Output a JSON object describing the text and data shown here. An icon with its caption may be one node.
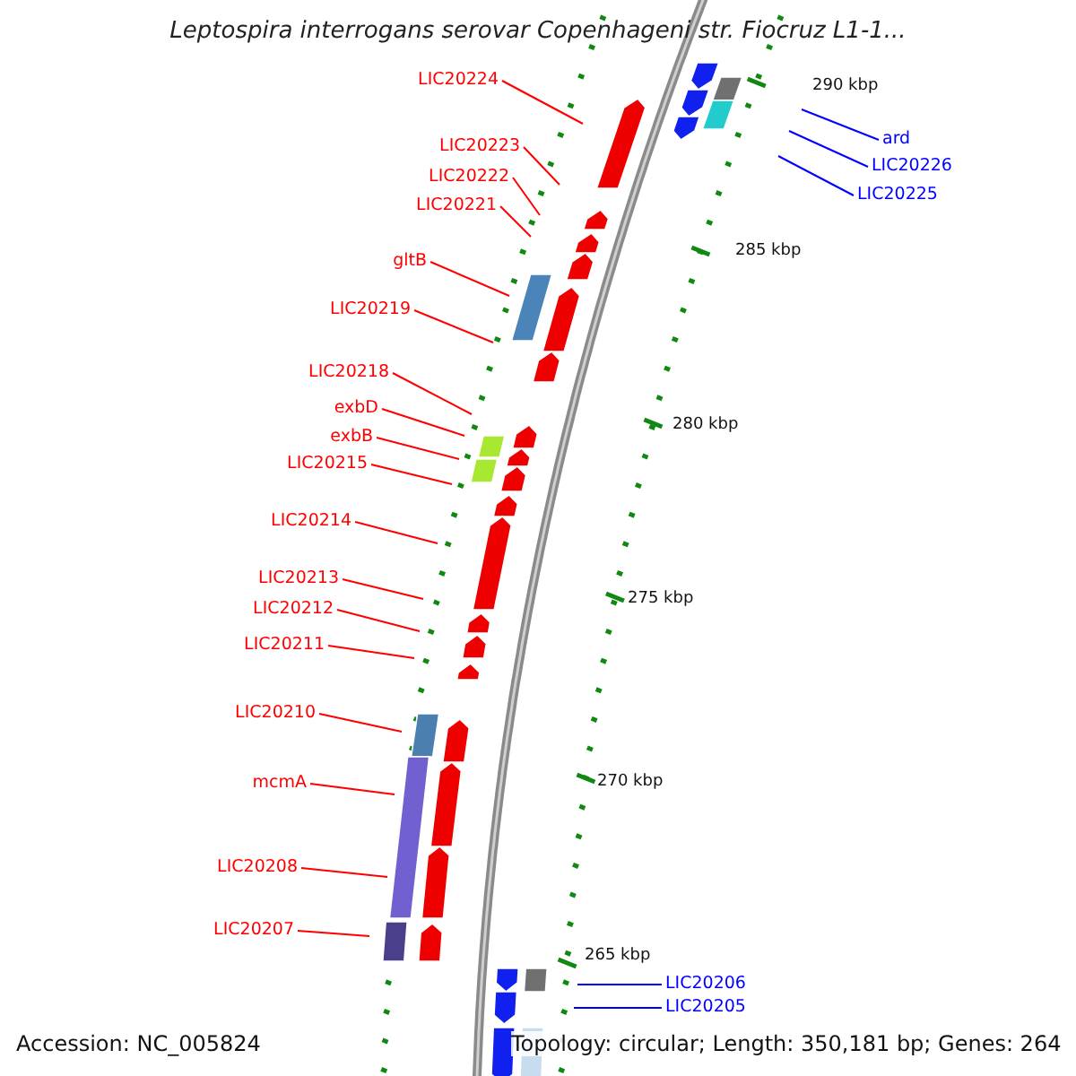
{
  "diagram": {
    "title": "Leptospira interrogans serovar Copenhageni str. Fiocruz L1-1...",
    "nodes": [
      {
        "text": [
          "LIC20224"
        ]
      },
      {
        "text": [
          "ard"
        ]
      },
      {
        "text": [
          "LIC20223"
        ]
      },
      {
        "text": [
          "LIC20226"
        ]
      },
      {
        "text": [
          "LIC20222"
        ]
      },
      {
        "text": [
          "LIC20225"
        ]
      },
      {
        "text": [
          "LIC20221"
        ]
      },
      {
        "text": [
          "gltB"
        ]
      },
      {
        "text": [
          "LIC20219"
        ]
      },
      {
        "text": [
          "LIC20218"
        ]
      },
      {
        "text": [
          "exbD"
        ]
      },
      {
        "text": [
          "exbB"
        ]
      },
      {
        "text": [
          "LIC20215"
        ]
      },
      {
        "text": [
          "LIC20214"
        ]
      },
      {
        "text": [
          "LIC20213"
        ]
      },
      {
        "text": [
          "LIC20212"
        ]
      },
      {
        "text": [
          "LIC20211"
        ]
      },
      {
        "text": [
          "LIC20210"
        ]
      },
      {
        "text": [
          "mcmA"
        ]
      },
      {
        "text": [
          "LIC20208"
        ]
      },
      {
        "text": [
          "LIC20207"
        ]
      },
      {
        "text": [
          "LIC20206"
        ]
      },
      {
        "text": [
          "LIC20205"
        ]
      }
    ],
    "edges": [
      {
        "from": 0,
        "to": null,
        "arrow": "none"
      },
      {
        "from": 1,
        "to": null,
        "arrow": "none",
        "color": "#0000ff"
      },
      {
        "from": 2,
        "to": null,
        "arrow": "none"
      },
      {
        "from": 3,
        "to": null,
        "arrow": "none",
        "color": "#0000ff"
      },
      {
        "from": 4,
        "to": null,
        "arrow": "none"
      },
      {
        "from": 5,
        "to": null,
        "arrow": "none",
        "color": "#0000ff"
      },
      {
        "from": 6,
        "to": null,
        "arrow": "none"
      },
      {
        "from": 7,
        "to": null,
        "arrow": "none"
      },
      {
        "from": 8,
        "to": null,
        "arrow": "none"
      },
      {
        "from": 9,
        "to": null,
        "arrow": "none"
      },
      {
        "from": 10,
        "to": null,
        "arrow": "none"
      },
      {
        "from": 11,
        "to": null,
        "arrow": "none"
      },
      {
        "from": 12,
        "to": null,
        "arrow": "none"
      },
      {
        "from": 13,
        "to": null,
        "arrow": "none"
      },
      {
        "from": 14,
        "to": null,
        "arrow": "none"
      },
      {
        "from": 15,
        "to": null,
        "arrow": "none"
      },
      {
        "from": 16,
        "to": null,
        "arrow": "none"
      },
      {
        "from": 17,
        "to": null,
        "arrow": "none"
      },
      {
        "from": 18,
        "to": null,
        "arrow": "none"
      },
      {
        "from": 19,
        "to": null,
        "arrow": "none"
      },
      {
        "from": 20,
        "to": null,
        "arrow": "none"
      },
      {
        "from": 21,
        "to": null,
        "arrow": "none",
        "color": "#0000ff"
      },
      {
        "from": 22,
        "to": null,
        "arrow": "none",
        "color": "#0000ff"
      }
    ],
    "labels": [
      "290 kbp",
      "285 kbp",
      "280 kbp",
      "275 kbp",
      "270 kbp",
      "265 kbp",
      "Accession: NC_005824",
      "Topology: circular; Length: 350,181 bp; Genes: 264"
    ]
  }
}
